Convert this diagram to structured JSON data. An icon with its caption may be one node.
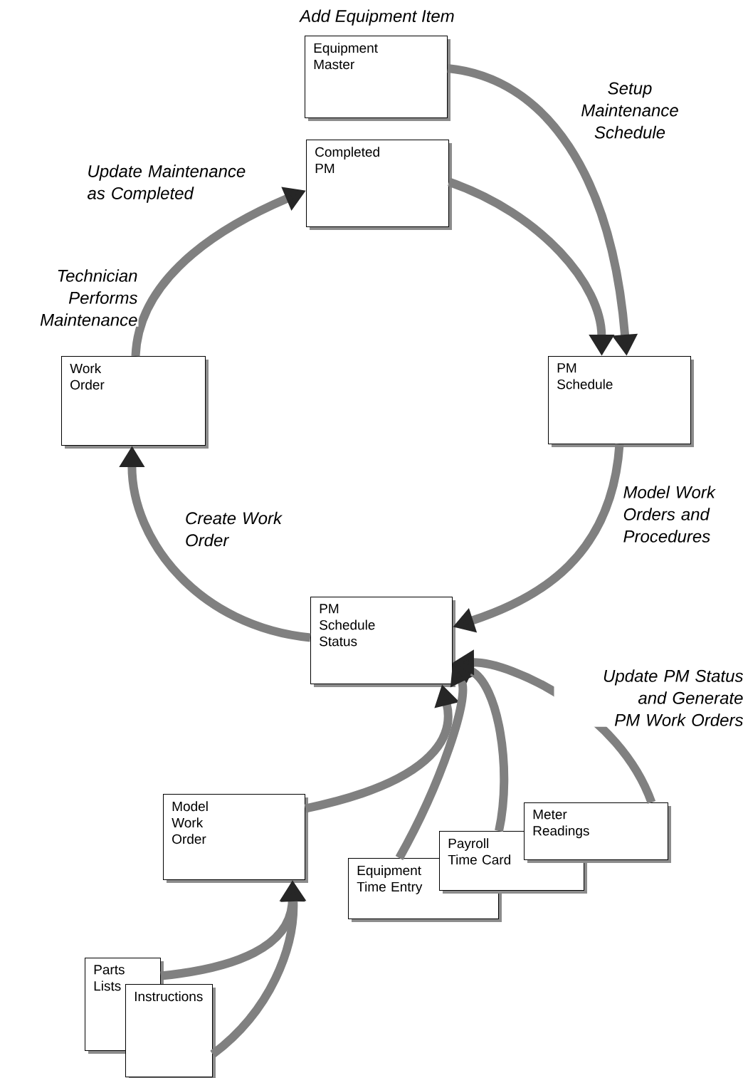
{
  "diagram": {
    "nodes": [
      {
        "text": [
          "Equipment Master"
        ],
        "beside": [
          "Add Equipment Item"
        ]
      },
      {
        "text": [
          "Completed PM"
        ]
      },
      {
        "text": [
          "PM Schedule"
        ]
      },
      {
        "text": [
          "PM Schedule Status"
        ]
      },
      {
        "text": [
          "Work Order"
        ]
      },
      {
        "text": [
          "Model Work Order"
        ]
      },
      {
        "text": [
          "Equipment Time Entry"
        ]
      },
      {
        "text": [
          "Payroll Time Card"
        ]
      },
      {
        "text": [
          "Meter Readings"
        ]
      },
      {
        "text": [
          "Parts Lists"
        ]
      },
      {
        "text": [
          "Instructions"
        ]
      }
    ],
    "edges": [
      {
        "from": 0,
        "to": 2,
        "arrow": "to",
        "label": "Setup Maintenance Schedule"
      },
      {
        "from": 1,
        "to": 2,
        "arrow": "to"
      },
      {
        "from": 2,
        "to": 3,
        "arrow": "to",
        "label": "Model Work Orders and Procedures"
      },
      {
        "from": 3,
        "to": 4,
        "arrow": "to",
        "label": "Create Work Order"
      },
      {
        "from": 4,
        "to": 1,
        "arrow": "to",
        "label": "Technician Performs Maintenance"
      },
      {
        "from": 5,
        "to": 3,
        "arrow": "to"
      },
      {
        "from": 6,
        "to": 3,
        "arrow": "to"
      },
      {
        "from": 7,
        "to": 3,
        "arrow": "to"
      },
      {
        "from": 8,
        "to": 3,
        "arrow": "to",
        "label": "Update PM Status and Generate PM Work Orders"
      },
      {
        "from": 9,
        "to": 5,
        "arrow": "to"
      },
      {
        "from": 10,
        "to": 5,
        "arrow": "to"
      }
    ],
    "labels": [
      "Update Maintenance as Completed"
    ]
  }
}
